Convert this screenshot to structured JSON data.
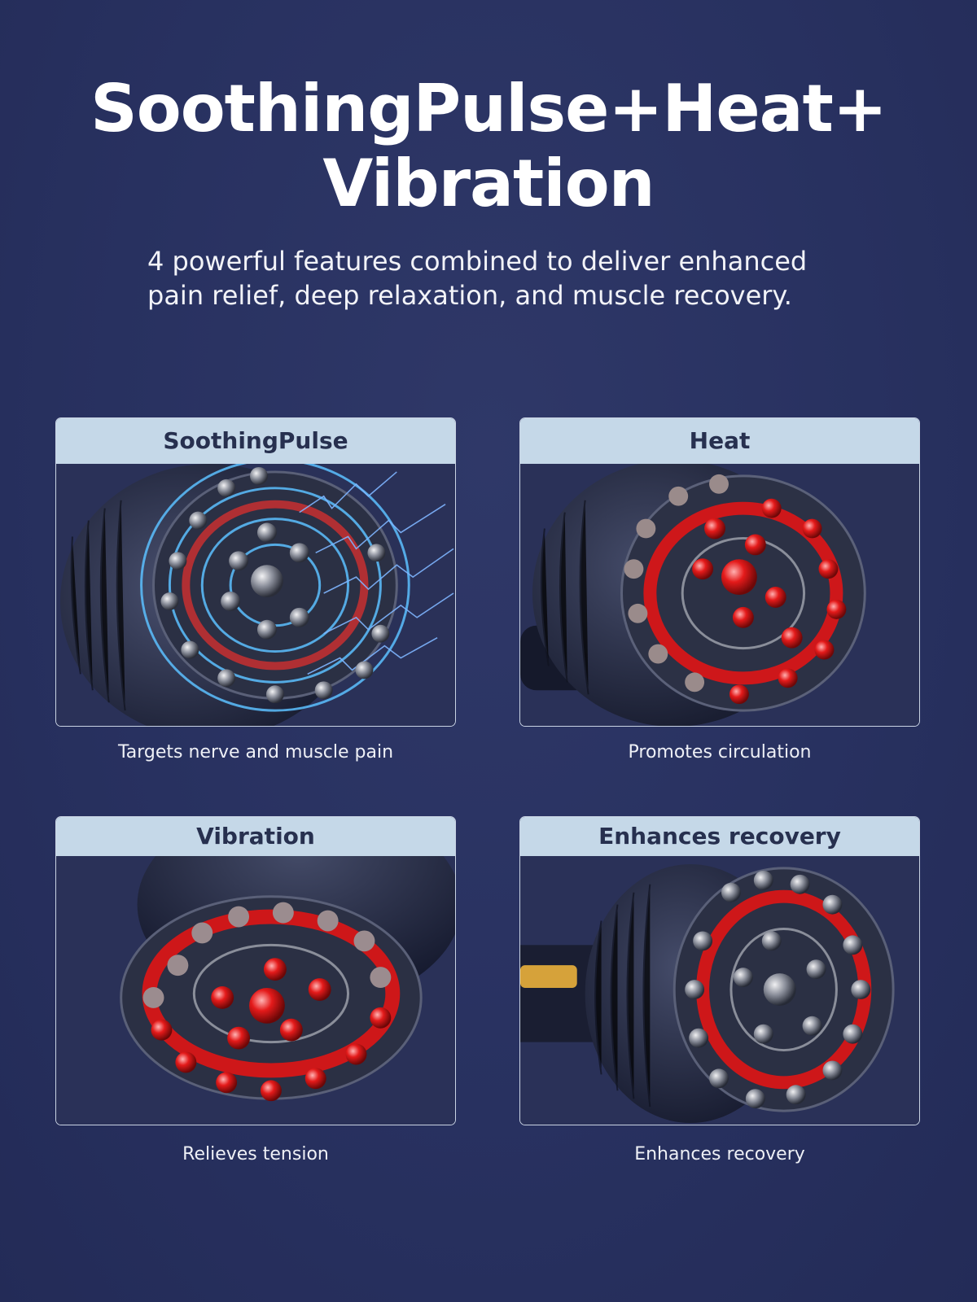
{
  "headline": {
    "line1": "SoothingPulse+Heat+",
    "line2": "Vibration"
  },
  "subhead": {
    "line1": "4 powerful features combined to deliver enhanced",
    "line2": "pain relief, deep relaxation, and muscle recovery."
  },
  "features": [
    {
      "title": "SoothingPulse",
      "caption": "Targets nerve and muscle pain",
      "image": "massager-head-electric-pulse"
    },
    {
      "title": "Heat",
      "caption": "Promotes circulation",
      "image": "massager-head-red-heat"
    },
    {
      "title": "Vibration",
      "caption": "Relieves tension",
      "image": "massager-head-red-heat-front"
    },
    {
      "title": "Enhances recovery",
      "caption": "Enhances recovery",
      "image": "massager-head-red-heat-side"
    }
  ],
  "colors": {
    "background": "#283160",
    "card_header": "#c5d8e8",
    "card_header_text": "#27304f",
    "heat_red": "#e41a1a",
    "pulse_blue": "#4aa8ff"
  }
}
